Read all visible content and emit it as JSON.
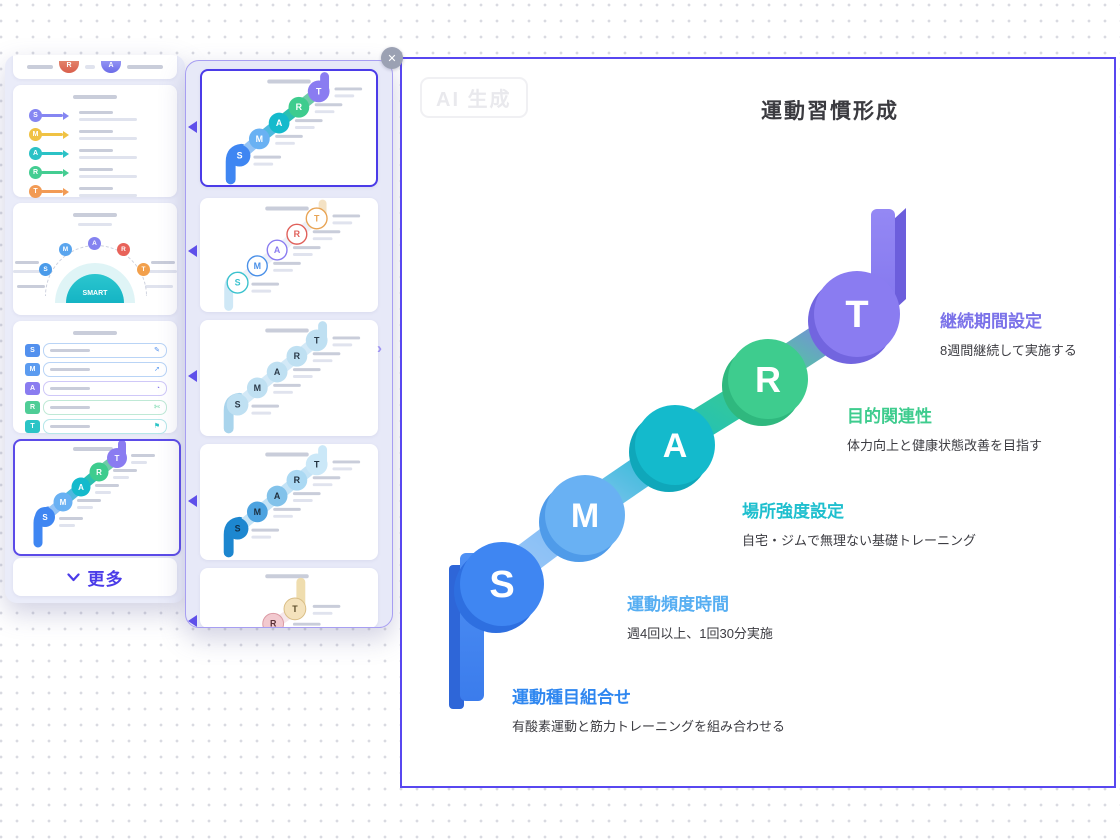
{
  "smart": {
    "letters": [
      "S",
      "M",
      "A",
      "R",
      "T"
    ],
    "label": "SMART"
  },
  "colors": {
    "accent": "#5b4be8",
    "canvas_border": "#5847f0",
    "flyout_border": "#a79ef2",
    "close_button_bg": "#9ba1b3"
  },
  "left_panel": {
    "more_label": "更多",
    "tag_icons": [
      "✎",
      "➚",
      "◔",
      "✄",
      "⚑"
    ]
  },
  "flyout": {
    "close_glyph": "✕",
    "expand_glyph": "›"
  },
  "canvas": {
    "watermark": "AI 生成",
    "title": "運動習慣形成",
    "steps": [
      {
        "letter": "S",
        "title": "運動種目組合せ",
        "desc": "有酸素運動と筋力トレーニングを組み合わせる",
        "circle": "#3f86f2",
        "title_color": "#2f87f0"
      },
      {
        "letter": "M",
        "title": "運動頻度時間",
        "desc": "週4回以上、1回30分実施",
        "circle": "#69b1f3",
        "title_color": "#56aef2"
      },
      {
        "letter": "A",
        "title": "場所強度設定",
        "desc": "自宅・ジムで無理ない基礎トレーニング",
        "circle": "#14bacc",
        "title_color": "#1fbfce"
      },
      {
        "letter": "R",
        "title": "目的関連性",
        "desc": "体力向上と健康状態改善を目指す",
        "circle": "#3ecc8e",
        "title_color": "#3ecc8e"
      },
      {
        "letter": "T",
        "title": "継続期間設定",
        "desc": "8週間継続して実施する",
        "circle": "#8a7cf1",
        "title_color": "#7b72e9"
      }
    ]
  }
}
